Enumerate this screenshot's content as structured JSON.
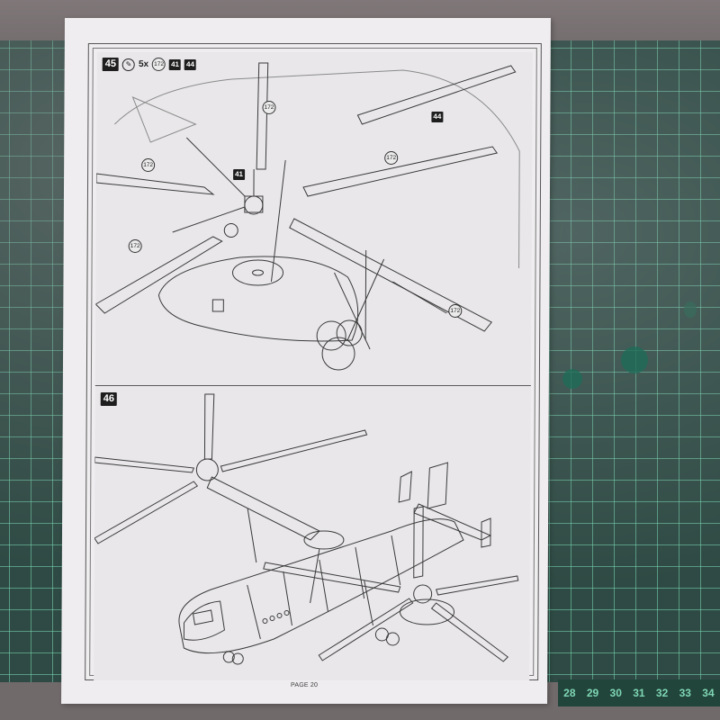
{
  "scene": {
    "description": "Photo of a model kit instruction sheet lying on a green cutting mat",
    "colors": {
      "paper": "#efedef",
      "mat": "#2f4a44",
      "mat_grid": "#7fd6b4",
      "ink": "#2a2a2a",
      "badge": "#1e1e1e"
    },
    "ruler_numbers": [
      "28",
      "29",
      "30",
      "31",
      "32",
      "33",
      "34"
    ]
  },
  "page": {
    "footer": "PAGE 20",
    "steps": [
      {
        "number": "45",
        "glue_icon": "cement-icon",
        "quantity": "5x",
        "part": "172",
        "refs": [
          "41",
          "44"
        ],
        "callouts": {
          "part_labels": [
            "172",
            "172",
            "172",
            "172",
            "172"
          ],
          "ref_labels": [
            "41",
            "44"
          ]
        },
        "subject": "Forward rotor hub and nacelle assembly with five rotor blades"
      },
      {
        "number": "46",
        "subject": "Completed tandem-rotor helicopter view"
      }
    ]
  }
}
